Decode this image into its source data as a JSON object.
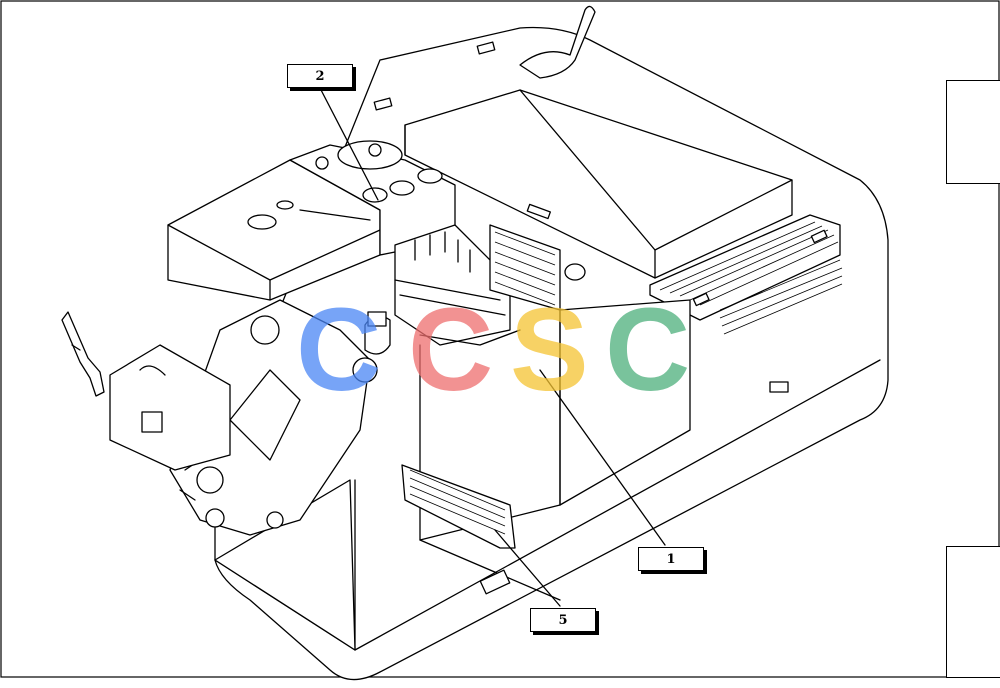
{
  "callouts": [
    {
      "id": "callout-2",
      "label": "2"
    },
    {
      "id": "callout-1",
      "label": "1"
    },
    {
      "id": "callout-5",
      "label": "5"
    }
  ],
  "watermark": {
    "text": "CCSC",
    "colors": [
      "#4a86f5",
      "#ee6e6e",
      "#f5c332",
      "#4daf7c"
    ]
  },
  "colors": {
    "line": "#000000",
    "background": "#ffffff"
  }
}
